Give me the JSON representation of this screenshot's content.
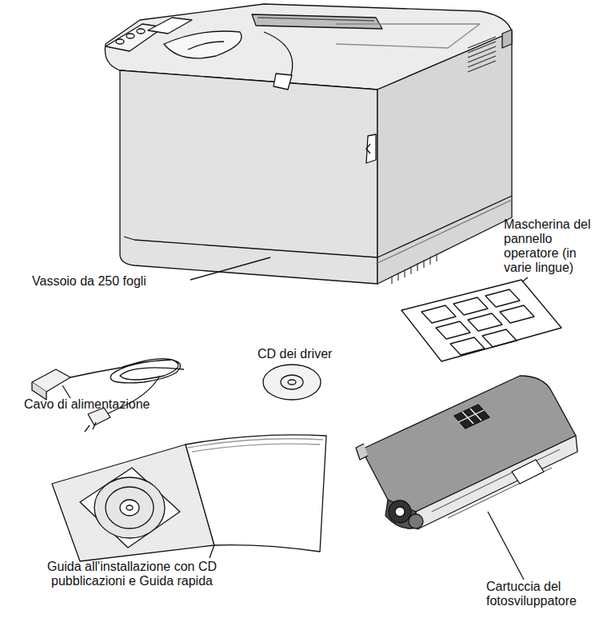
{
  "diagram": {
    "labels": [
      "Mascherina del pannello operatore (in varie lingue)",
      "Vassoio da 250 fogli",
      "CD dei driver",
      "Cavo di alimentazione",
      "Guida all'installazione con CD pubblicazioni e Guida rapida",
      "Cartuccia del fotosviluppatore"
    ]
  }
}
